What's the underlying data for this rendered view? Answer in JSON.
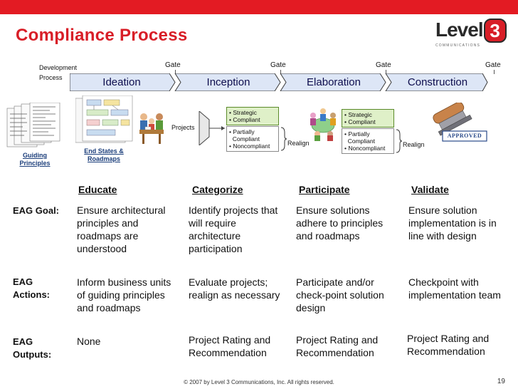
{
  "header": {
    "title": "Compliance Process",
    "logo_word": "Level",
    "logo_number": "3",
    "logo_sub": "COMMUNICATIONS"
  },
  "process": {
    "dev_line1": "Development",
    "dev_line2": "Process",
    "gates": [
      "Gate",
      "Gate",
      "Gate",
      "Gate"
    ],
    "phases": [
      "Ideation",
      "Inception",
      "Elaboration",
      "Construction"
    ]
  },
  "diagram": {
    "guiding_line1": "Guiding",
    "guiding_line2": "Principles",
    "endstates_line1": "End States &",
    "endstates_line2": "Roadmaps",
    "projects_label": "Projects",
    "realign_label": "Realign",
    "stamp_text": "APPROVED",
    "compliance_green": [
      "Strategic",
      "Compliant"
    ],
    "compliance_white": [
      "Partially",
      "Compliant",
      "Noncompliant"
    ]
  },
  "table": {
    "columns": [
      "Educate",
      "Categorize",
      "Participate",
      "Validate"
    ],
    "rows": [
      {
        "label_lines": [
          "EAG Goal:"
        ],
        "cells": [
          "Ensure architectural principles and roadmaps are understood",
          "Identify projects that will require architecture participation",
          "Ensure solutions adhere to principles and roadmaps",
          "Ensure solution implementation is in line with design"
        ]
      },
      {
        "label_lines": [
          "EAG",
          "Actions:"
        ],
        "cells": [
          "Inform business units of guiding principles and roadmaps",
          "Evaluate projects; realign as necessary",
          "Participate and/or check-point solution design",
          "Checkpoint with implementation team"
        ]
      },
      {
        "label_lines": [
          "EAG",
          "Outputs:"
        ],
        "cells": [
          "None",
          "Project Rating and Recommendation",
          "Project Rating and Recommendation",
          "Project Rating and Recommendation"
        ]
      }
    ]
  },
  "footer": {
    "copyright": "© 2007 by Level 3 Communications, Inc. All rights reserved.",
    "page_number": "19"
  },
  "colors": {
    "brand_red": "#e31b23",
    "phase_fill": "#dde6f6",
    "phase_text": "#0d0d4d"
  }
}
